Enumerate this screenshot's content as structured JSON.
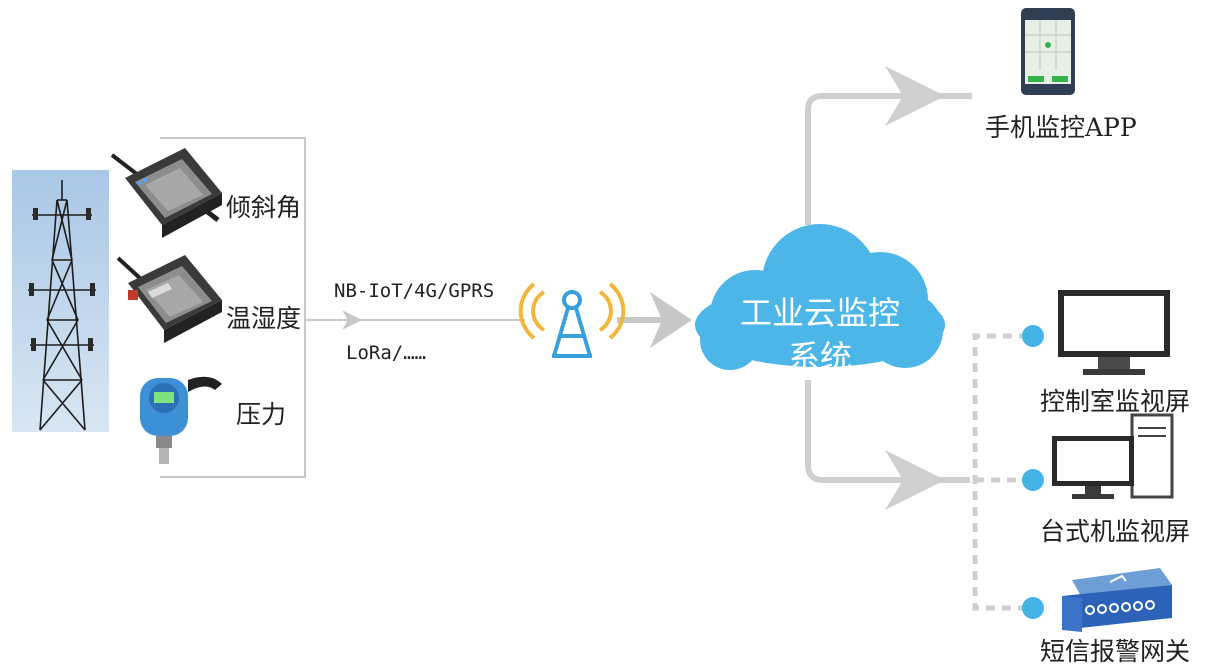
{
  "sensors": [
    {
      "label": "倾斜角"
    },
    {
      "label": "温湿度"
    },
    {
      "label": "压力"
    }
  ],
  "link": {
    "protocol_line1": "NB-IoT/4G/GPRS",
    "protocol_line2": "LoRa/……"
  },
  "cloud": {
    "line1": "工业云监控",
    "line2": "系统",
    "color": "#4db6e8"
  },
  "outputs": [
    {
      "label": "手机监控APP"
    },
    {
      "label": "控制室监视屏"
    },
    {
      "label": "台式机监视屏"
    },
    {
      "label": "短信报警网关"
    }
  ],
  "colors": {
    "connector": "#c8c8c8",
    "antenna_blue": "#3aa0dc",
    "signal_orange": "#f2b63c",
    "dot_blue": "#44b3e6"
  }
}
